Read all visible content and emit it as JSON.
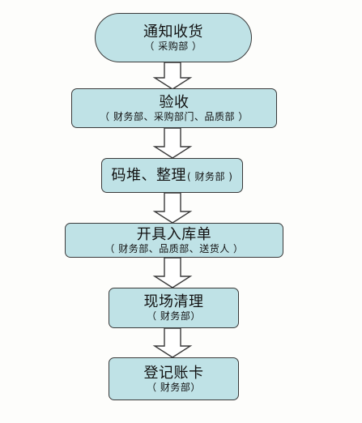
{
  "steps": [
    {
      "title": "通知收货",
      "sub": "（ 采购部 ）"
    },
    {
      "title": "验收",
      "sub": "（ 财务部、采购部门、品质部 ）"
    },
    {
      "title": "码堆、整理",
      "sub": "( 财务部 )"
    },
    {
      "title": "开具入库单",
      "sub": "（ 财务部、品质部、送货人 ）"
    },
    {
      "title": "现场清理",
      "sub": "（ 财务部）"
    },
    {
      "title": "登记账卡",
      "sub": "（ 财务部）"
    }
  ],
  "colors": {
    "box_fill": "#bfe2e6",
    "border": "#3a3a3a",
    "arrow_fill": "#ffffff"
  }
}
